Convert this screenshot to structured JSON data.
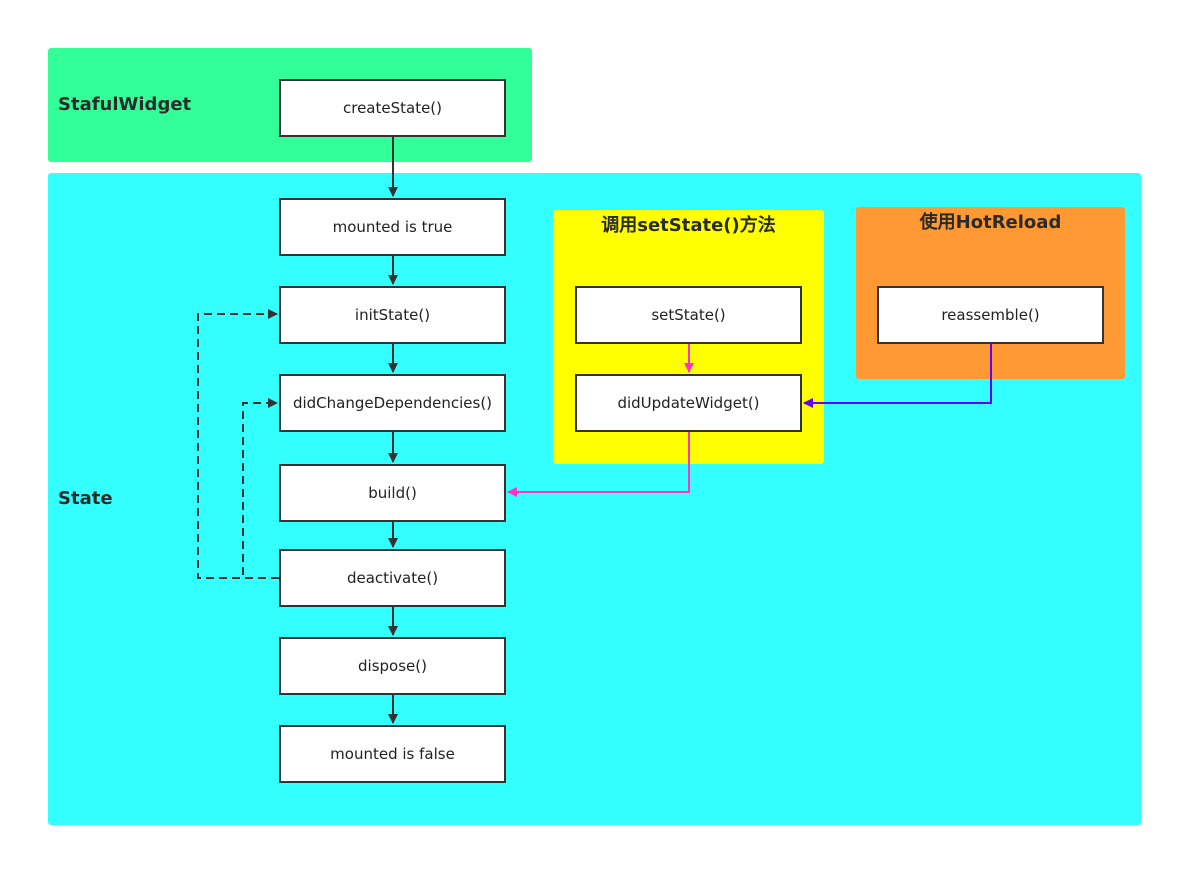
{
  "colors": {
    "statefulwidget": "#33ff99",
    "state": "#33ffff",
    "setstate_group": "#ffff00",
    "hotreload_group": "#ff9933",
    "flow_arrow": "#333333",
    "setstate_arrow": "#ff33cc",
    "hotreload_arrow": "#6600ff"
  },
  "regions": {
    "statefulwidget": "StafulWidget",
    "state": "State",
    "setstate_group": "调用setState()方法",
    "hotreload_group": "使用HotReload"
  },
  "nodes": {
    "create_state": "createState()",
    "mounted_true": "mounted is true",
    "init_state": "initState()",
    "did_change_dependencies": "didChangeDependencies()",
    "build": "build()",
    "deactivate": "deactivate()",
    "dispose": "dispose()",
    "mounted_false": "mounted is false",
    "set_state": "setState()",
    "did_update_widget": "didUpdateWidget()",
    "reassemble": "reassemble()"
  }
}
